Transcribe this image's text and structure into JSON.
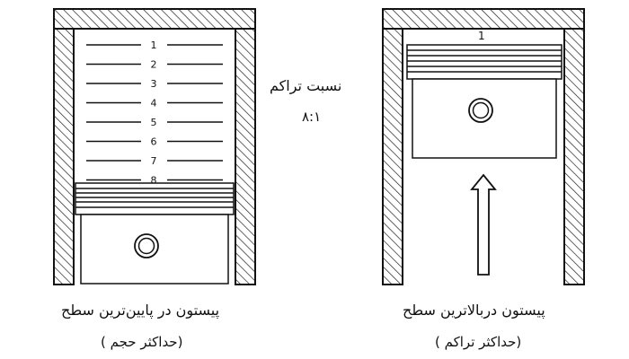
{
  "left_cylinder": {
    "caption": "پیستون در پایین‌ترین سطح",
    "subcaption": "(حداکثر حجم )",
    "level_markers": [
      "1",
      "2",
      "3",
      "4",
      "5",
      "6",
      "7",
      "8"
    ]
  },
  "right_cylinder": {
    "caption": "پیستون دربالاترین سطح",
    "subcaption": "(حداکثر تراکم )",
    "top_marker": "1"
  },
  "ratio": {
    "title": "نسبت تراکم",
    "value": "۸:۱"
  }
}
